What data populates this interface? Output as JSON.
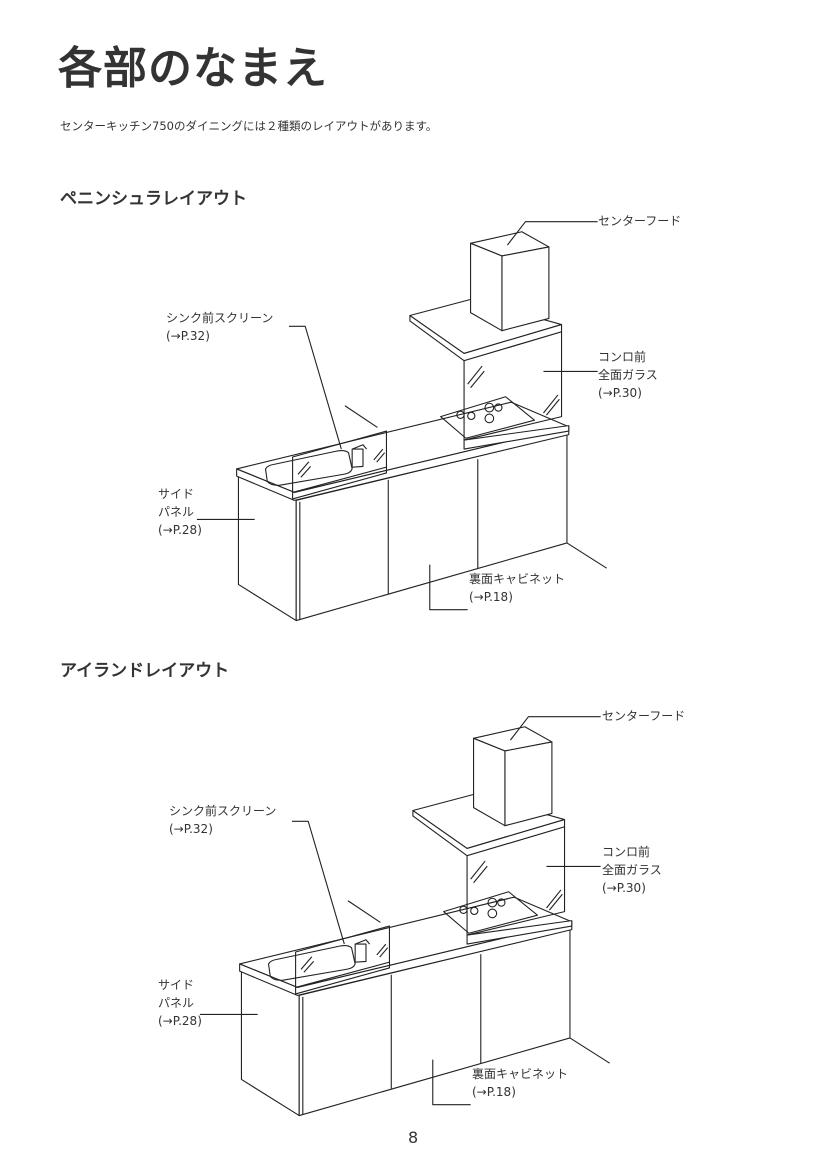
{
  "title": "各部のなまえ",
  "intro": "センターキッチン750のダイニングには２種類のレイアウトがあります。",
  "layouts": [
    {
      "heading": "ペニンシュラレイアウト",
      "labels": {
        "hood": "センターフード",
        "sink_screen": "シンク前スクリーン",
        "sink_screen_ref": "(→P.32)",
        "stove_glass_1": "コンロ前",
        "stove_glass_2": "全面ガラス",
        "stove_glass_ref": "(→P.30)",
        "side_panel_1": "サイド",
        "side_panel_2": "パネル",
        "side_panel_ref": "(→P.28)",
        "back_cabinet": "裏面キャビネット",
        "back_cabinet_ref": "(→P.18)"
      }
    },
    {
      "heading": "アイランドレイアウト",
      "labels": {
        "hood": "センターフード",
        "sink_screen": "シンク前スクリーン",
        "sink_screen_ref": "(→P.32)",
        "stove_glass_1": "コンロ前",
        "stove_glass_2": "全面ガラス",
        "stove_glass_ref": "(→P.30)",
        "side_panel_1": "サイド",
        "side_panel_2": "パネル",
        "side_panel_ref": "(→P.28)",
        "back_cabinet": "裏面キャビネット",
        "back_cabinet_ref": "(→P.18)"
      }
    }
  ],
  "page_number": "8"
}
